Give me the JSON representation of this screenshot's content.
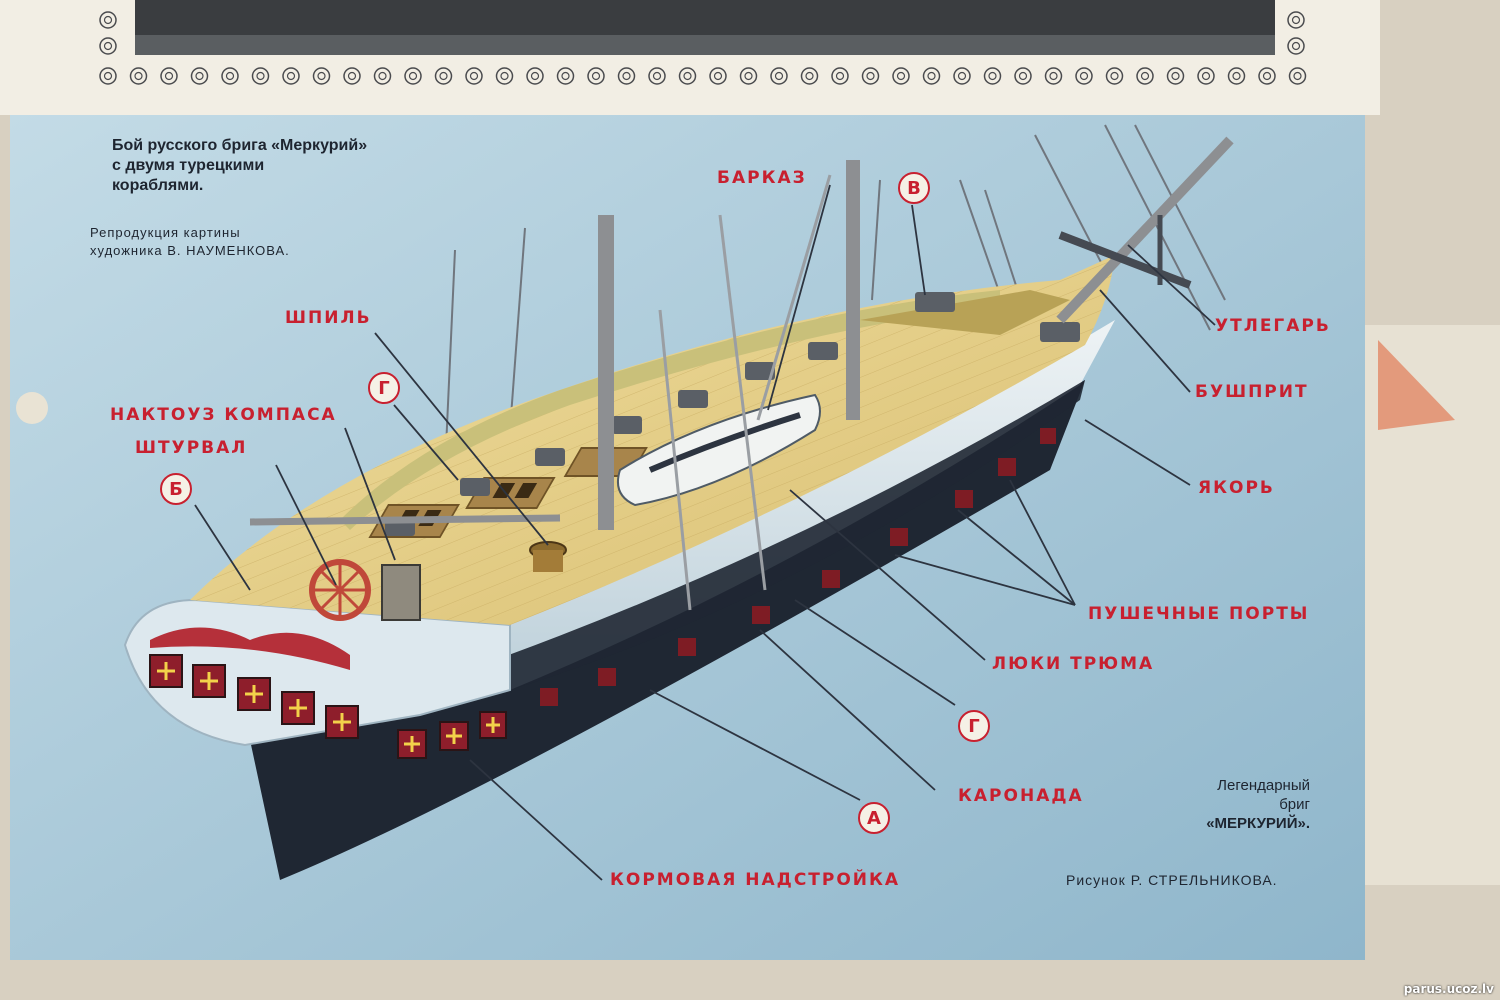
{
  "caption": {
    "title_lines": [
      "Бой русского брига «Меркурий»",
      "с двумя турецкими",
      "кораблями."
    ],
    "credit_lines": [
      "Репродукция картины",
      "художника В. НАУМЕНКОВА."
    ]
  },
  "labels": {
    "barkaz": "БАРКАЗ",
    "shpil": "ШПИЛЬ",
    "naktouz": "НАКТОУЗ КОМПАСА",
    "shturval": "ШТУРВАЛ",
    "utlegar": "УТЛЕГАРЬ",
    "bushprit": "БУШПРИТ",
    "yakor": "ЯКОРЬ",
    "pushechnye_porty": "ПУШЕЧНЫЕ ПОРТЫ",
    "lyuki_tryuma": "ЛЮКИ ТРЮМА",
    "karonada": "КАРОНАДА",
    "kormovaya": "КОРМОВАЯ НАДСТРОЙКА"
  },
  "markers": {
    "v": "В",
    "g_top": "Г",
    "b": "Б",
    "g_bottom": "Г",
    "a": "А"
  },
  "legend": {
    "lines": [
      "Легендарный",
      "бриг",
      "«МЕРКУРИЙ»."
    ],
    "author": "Рисунок Р. СТРЕЛЬНИКОВА."
  },
  "watermark": "parus.ucoz.lv",
  "colors": {
    "label_red": "#c8202f",
    "sky_blue": "#a9cadc",
    "deck": "#e6d08c",
    "hull": "#dfe9ee",
    "keel": "#1f2733"
  }
}
